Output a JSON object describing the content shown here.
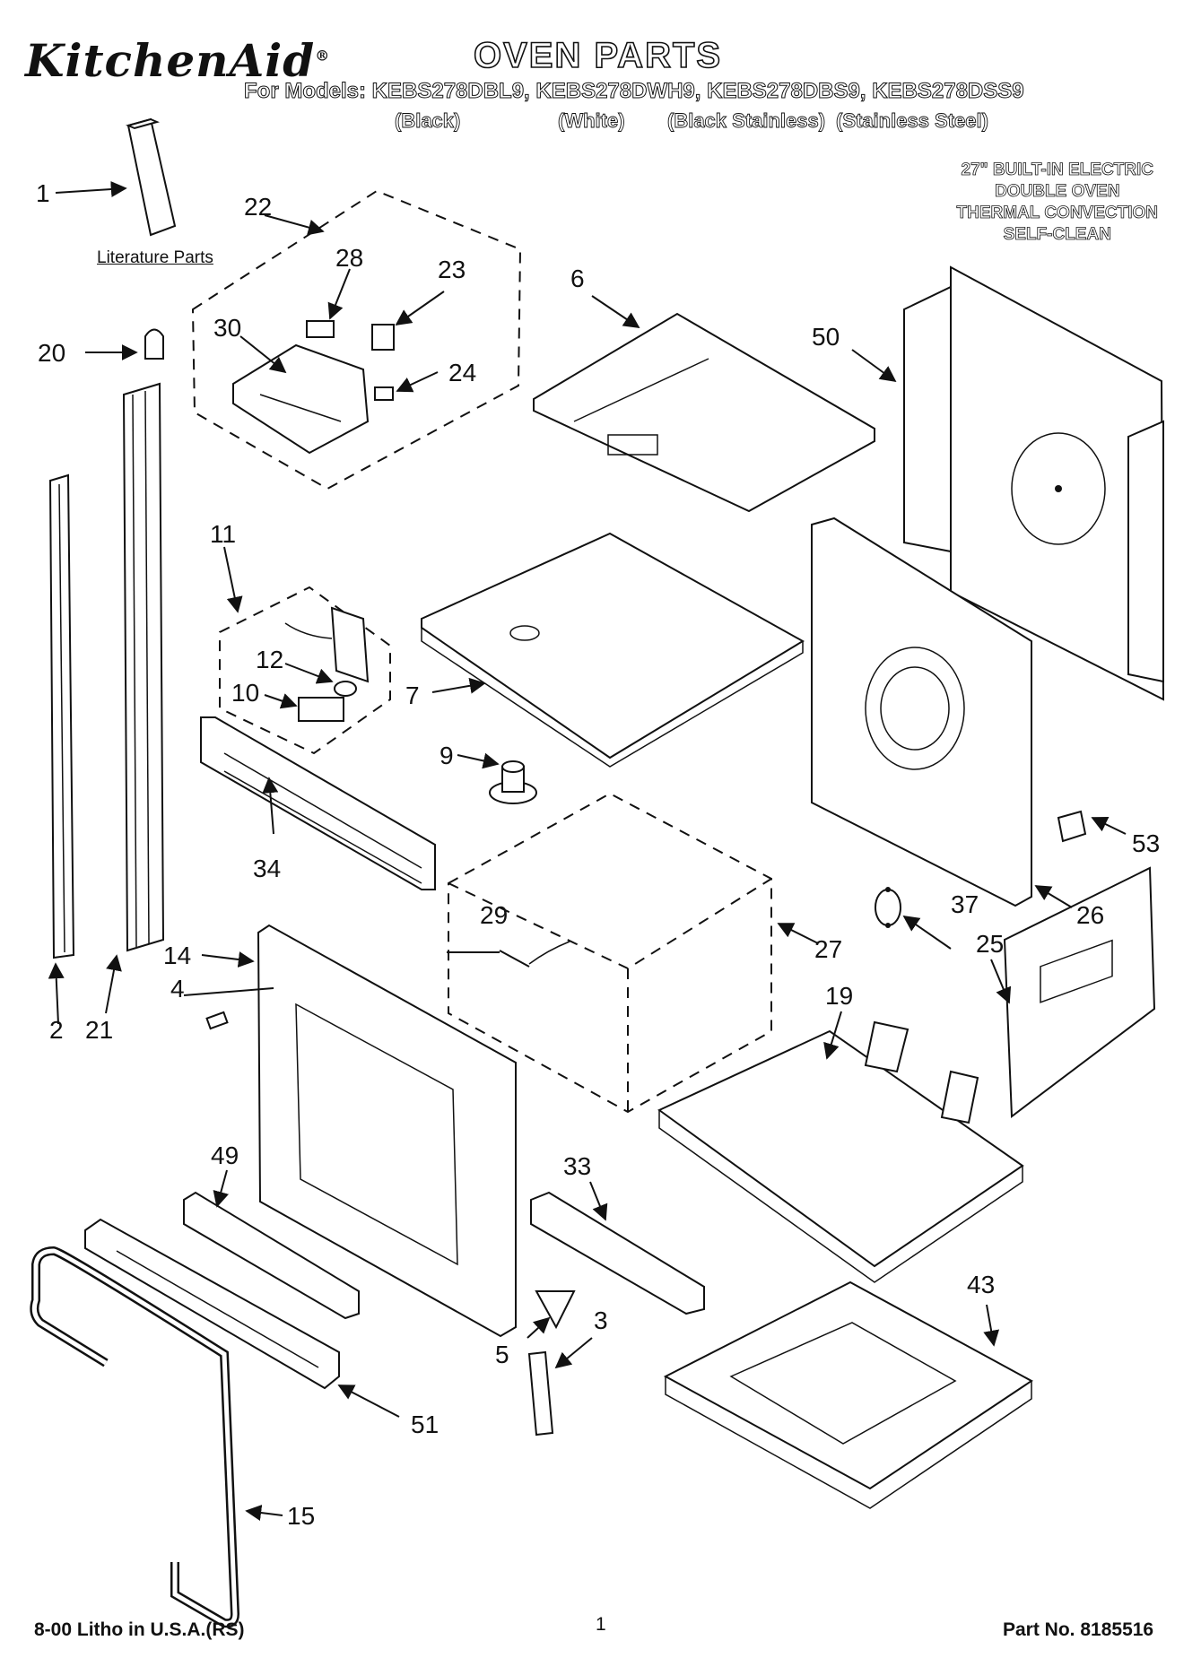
{
  "header": {
    "brand": "KitchenAid",
    "brand_mark": "®",
    "title": "OVEN PARTS",
    "models_line": "For Models: KEBS278DBL9, KEBS278DWH9, KEBS278DBS9, KEBS278DSS9",
    "variants": [
      "(Black)",
      "(White)",
      "(Black Stainless)",
      "(Stainless Steel)"
    ]
  },
  "description": [
    "27\" BUILT-IN ELECTRIC",
    "DOUBLE OVEN",
    "THERMAL CONVECTION",
    "SELF-CLEAN"
  ],
  "literature_label": "Literature Parts",
  "callouts": {
    "c1": "1",
    "c2": "2",
    "c3": "3",
    "c4": "4",
    "c5": "5",
    "c6": "6",
    "c7": "7",
    "c9": "9",
    "c10": "10",
    "c11": "11",
    "c12": "12",
    "c14": "14",
    "c15": "15",
    "c19": "19",
    "c20": "20",
    "c21": "21",
    "c22": "22",
    "c23": "23",
    "c24": "24",
    "c25": "25",
    "c26": "26",
    "c27": "27",
    "c28": "28",
    "c29": "29",
    "c30": "30",
    "c33": "33",
    "c34": "34",
    "c37": "37",
    "c43": "43",
    "c49": "49",
    "c50": "50",
    "c51": "51",
    "c53": "53"
  },
  "footer": {
    "left": "8-00 Litho in U.S.A.(RS)",
    "page": "1",
    "right": "Part No. 8185516"
  }
}
